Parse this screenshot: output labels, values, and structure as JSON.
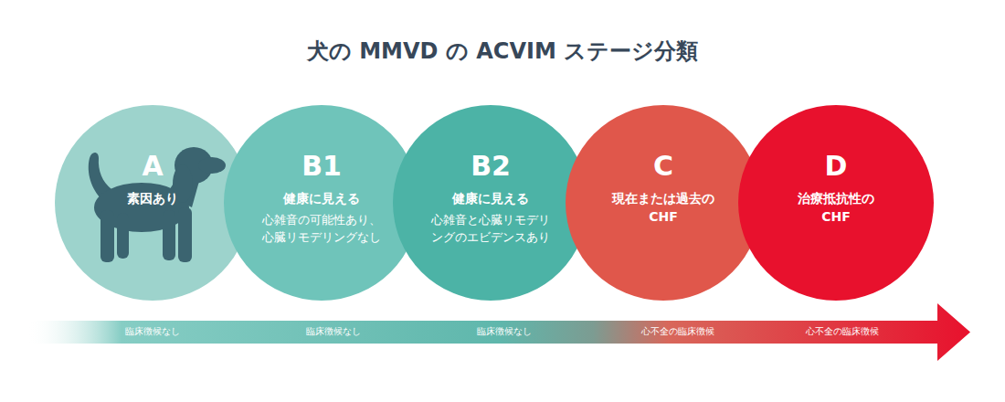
{
  "diagram": {
    "title": "犬の MMVD の ACVIM ステージ分類",
    "nodes": [
      {
        "text": [
          "A",
          "素因あり"
        ]
      },
      {
        "text": [
          "B1",
          "健康に見える",
          "心雑音の可能性あり、心臓リモデリングなし"
        ]
      },
      {
        "text": [
          "B2",
          "健康に見える",
          "心雑音と心臓リモデリングのエビデンスあり"
        ]
      },
      {
        "text": [
          "C",
          "現在または過去の CHF"
        ]
      },
      {
        "text": [
          "D",
          "治療抵抗性の CHF"
        ]
      }
    ],
    "labels": [
      "臨床徴候なし",
      "臨床徴候なし",
      "臨床徴候なし",
      "心不全の臨床徴候",
      "心不全の臨床徴候"
    ]
  }
}
